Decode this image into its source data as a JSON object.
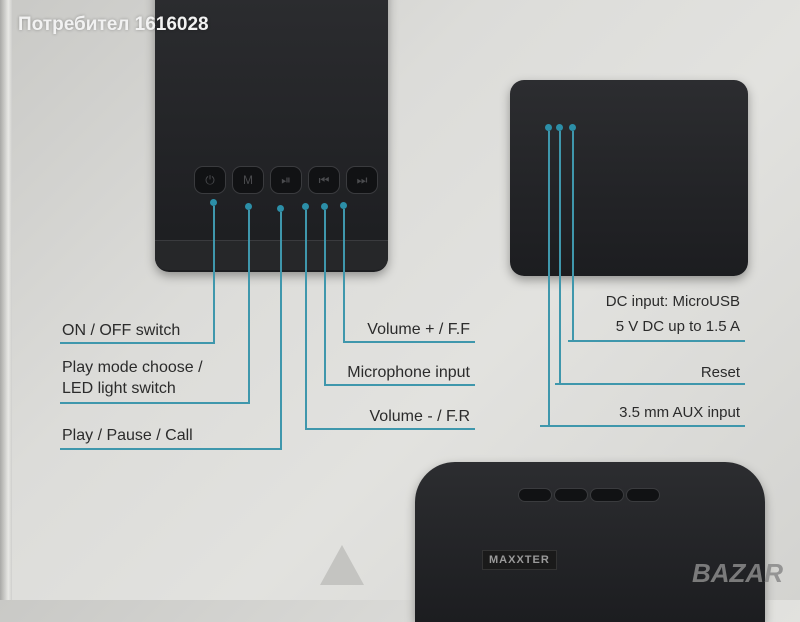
{
  "watermark": "Потребител 1616028",
  "left_labels": {
    "on_off": "ON / OFF switch",
    "play_mode_1": "Play mode choose /",
    "play_mode_2": "LED light switch",
    "play_pause": "Play / Pause / Call",
    "volume_up": "Volume + / F.F",
    "microphone": "Microphone input",
    "volume_down": "Volume - / F.R"
  },
  "right_labels": {
    "dc_1": "DC input: MicroUSB",
    "dc_2": "5 V DC up to 1.5 A",
    "reset": "Reset",
    "aux": "3.5 mm AUX input"
  },
  "buttons": [
    "⏻",
    "M",
    "⏯",
    "⏮",
    "⏭"
  ],
  "brand_logo": "MAXXTER",
  "site_logo": "BAZAR",
  "accent_color": "#3f97ac"
}
